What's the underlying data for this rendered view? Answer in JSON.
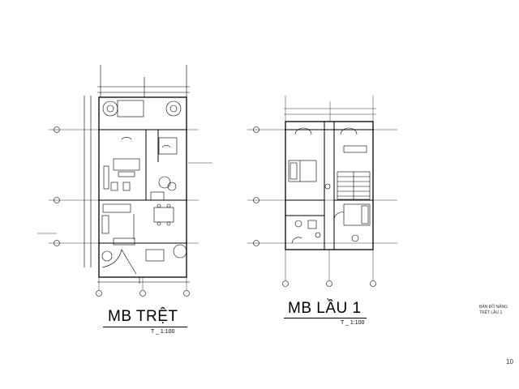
{
  "plans": [
    {
      "title": "MB TRỆT",
      "scale": "T _ 1:100"
    },
    {
      "title": "MB LẦU 1",
      "scale": "T _ 1:100"
    }
  ],
  "side_note": [
    "BẢN ĐỒ NĂNG",
    "TRỆT LẦU 1"
  ],
  "page_number": "10"
}
